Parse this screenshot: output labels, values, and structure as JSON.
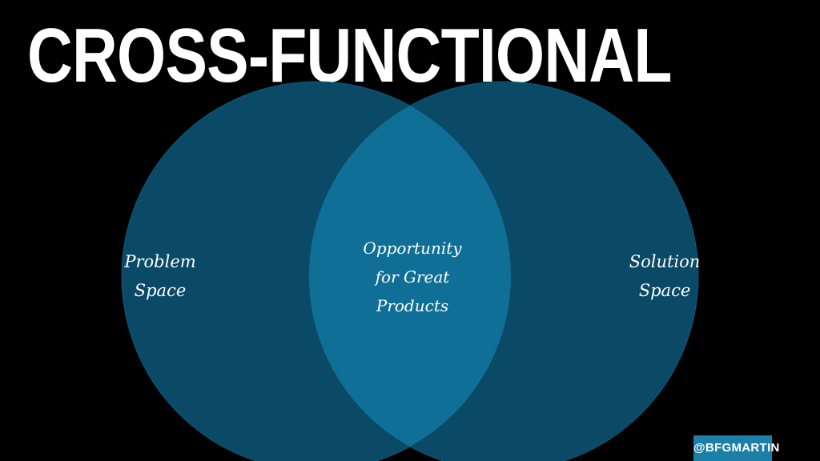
{
  "slide": {
    "title": "CROSS-FUNCTIONAL",
    "handle": "@BFGMARTIN"
  },
  "venn": {
    "left": {
      "line1": "Problem",
      "line2": "Space"
    },
    "right": {
      "line1": "Solution",
      "line2": "Space"
    },
    "overlap": {
      "line1": "Opportunity",
      "line2": "for Great",
      "line3": "Products"
    }
  },
  "colors": {
    "background": "#000000",
    "circle": "#0b4a66",
    "overlap": "#0f6f96",
    "circle_outline": "#0c5878",
    "badge": "#1c7fa8",
    "text": "#ffffff"
  }
}
